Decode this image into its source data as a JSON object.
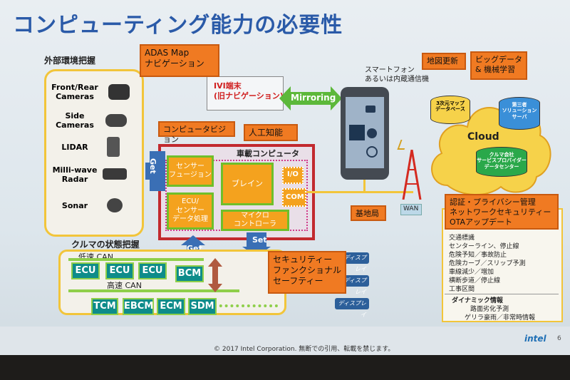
{
  "title": "コンピューティング能力の必要性",
  "footer": "© 2017 Intel Corporation. 無断での引用、転載を禁じます。",
  "page_number": "6",
  "logo_text": "intel",
  "environment": {
    "heading": "外部環境把握",
    "sensors": [
      "Front/Rear\nCameras",
      "Side\nCameras",
      "LIDAR",
      "Milli-wave\nRadar",
      "Sonar"
    ]
  },
  "vehicle_state": {
    "heading": "クルマの状態把握",
    "low_can": "低速 CAN",
    "high_can": "高速 CAN",
    "ecus_top": [
      "ECU",
      "ECU",
      "ECU",
      "BCM"
    ],
    "ecus_bottom": [
      "TCM",
      "EBCM",
      "ECM",
      "SDM"
    ]
  },
  "computer": {
    "label": "車載コンピュータ",
    "sensor_fusion": "センサー\nフュージョン",
    "brain": "ブレイン",
    "io": "I/O",
    "com": "COM",
    "ecu_processing": "ECU/\nセンサー\nデータ処理",
    "micro_controller": "マイクロ\nコントローラ",
    "get_left": "Get",
    "get_bottom": "Get",
    "set": "Set"
  },
  "ivi": {
    "label": "IVI端末\n(旧ナビゲーション)"
  },
  "callouts": {
    "adas": "ADAS Map\nナビゲーション",
    "vision": "コンピュータビジョン",
    "ai": "人工知能",
    "safety": "セキュリティー\nファンクショナル\nセーフティー",
    "security": "認証・プライバシー管理\nネットワークセキュリティー\nOTAアップデート",
    "base_station": "基地局",
    "map_update": "地図更新",
    "bigdata": "ビッグデータ\n& 機械学習"
  },
  "mirroring": "Mirroring",
  "smartphone": "スマートフォン\nあるいは内蔵通信機",
  "wan": "WAN",
  "displays": [
    "ディスプレイ",
    "ディスプレイ",
    "ディスプレイ"
  ],
  "cloud": {
    "label": "Cloud",
    "db_map": "3次元マップ\nデータベース",
    "db_third": "第三者\nソリューション\nサーバ",
    "db_provider": "クルマ会社\nサービスプロバイダー\nデータセンター"
  },
  "info_list": {
    "items": [
      "交通標識",
      "センターライン、停止線",
      "危険予知／事故防止",
      "危険カーブ／スリップ予測",
      "車線減少／増加",
      "横断歩道／停止線",
      "工事区間"
    ],
    "dynamic_heading": "ダイナミック情報",
    "dynamic_items": [
      "路面劣化予測",
      "ゲリラ豪雨／非常時情報"
    ]
  },
  "colors": {
    "orange": "#f07a22",
    "green": "#6fbf2a",
    "teal": "#0e8c8a",
    "blue": "#3a6fb5",
    "title": "#2a5aa8"
  }
}
